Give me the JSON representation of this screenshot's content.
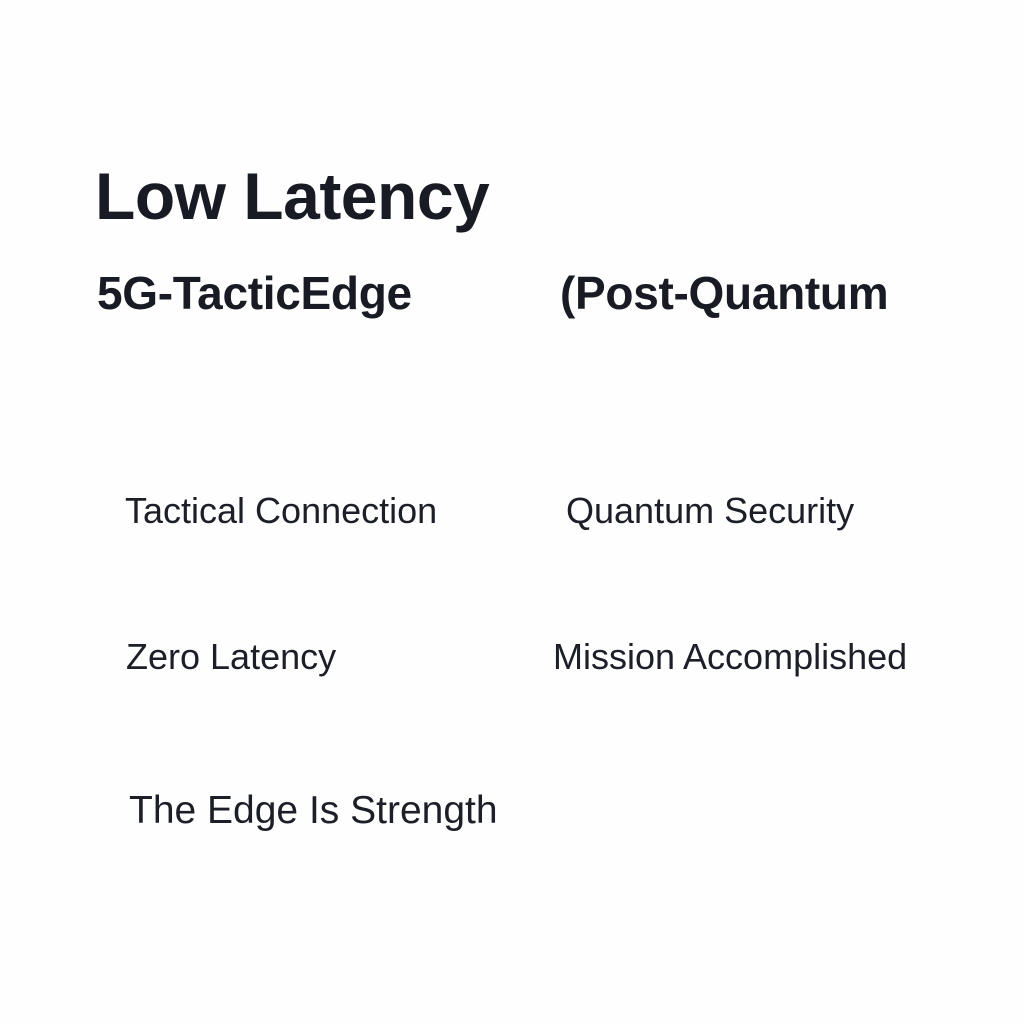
{
  "headline": "Low Latency",
  "subheadings": {
    "left": "5G-TacticEdge",
    "right": "(Post-Quantum"
  },
  "phrases": {
    "row1_left": "Tactical Connection",
    "row1_right": "Quantum Security",
    "row2_left": "Zero Latency",
    "row2_right": "Mission Accomplished",
    "row3_left": "The Edge Is Strength"
  },
  "colors": {
    "text": "#181a24",
    "background": "#fefefe"
  }
}
